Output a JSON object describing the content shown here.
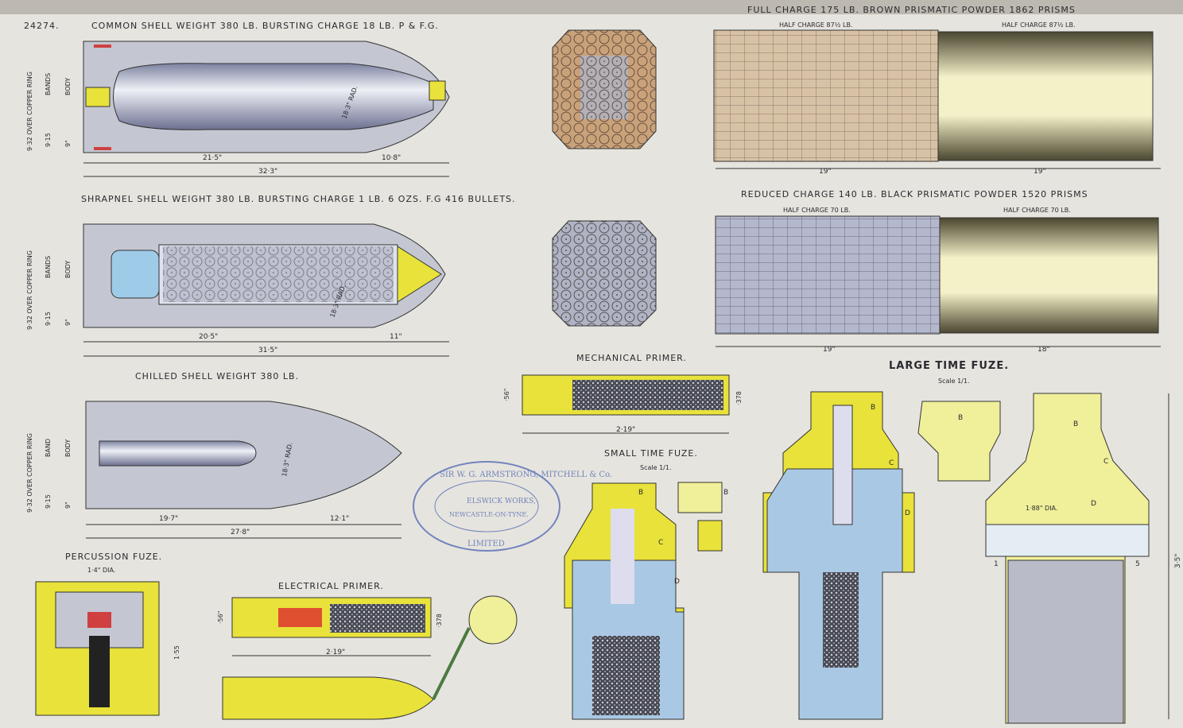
{
  "plate_number": "24274.",
  "common_shell": {
    "title": "COMMON SHELL WEIGHT 380 LB. BURSTING CHARGE 18 LB. P & F.G.",
    "dims": [
      "21·5\"",
      "32·3\"",
      "10·8\"",
      "18·3\" RAD."
    ],
    "side": [
      "9·32 OVER COPPER RING",
      "BANDS",
      "BODY",
      "9·15",
      "9\""
    ]
  },
  "shrapnel_shell": {
    "title": "SHRAPNEL SHELL WEIGHT 380 LB. BURSTING CHARGE 1 LB. 6 OZS. F.G 416 BULLETS.",
    "dims": [
      "20·5\"",
      "31·5\"",
      "11\"",
      "18·3\" RAD."
    ],
    "side": [
      "9·32 OVER COPPER RING",
      "BANDS",
      "BODY",
      "9·15",
      "9\""
    ]
  },
  "chilled_shell": {
    "title": "CHILLED SHELL WEIGHT 380 LB.",
    "dims": [
      "19·7\"",
      "27·8\"",
      "12·1\"",
      "18·3\" RAD."
    ],
    "side": [
      "9·32 OVER COPPER RING",
      "BAND",
      "BODY",
      "9·15",
      "9\""
    ]
  },
  "full_charge": {
    "title": "FULL CHARGE 175 LB. BROWN PRISMATIC POWDER 1862 PRISMS",
    "half_left": "HALF CHARGE 87½ LB.",
    "half_right": "HALF CHARGE 87½ LB.",
    "dim_left": "19\"",
    "dim_right": "19\""
  },
  "reduced_charge": {
    "title": "REDUCED CHARGE 140 LB. BLACK PRISMATIC POWDER 1520 PRISMS",
    "half_left": "HALF CHARGE 70 LB.",
    "half_right": "HALF CHARGE 70 LB.",
    "dim_left": "19\"",
    "dim_right": "18\""
  },
  "mechanical_primer": {
    "title": "MECHANICAL PRIMER.",
    "length": "2·19\"",
    "dia": "·56\"",
    "dia2": "·378"
  },
  "electrical_primer": {
    "title": "ELECTRICAL PRIMER.",
    "length": "2·19\"",
    "dia": "·56\"",
    "dia2": "·378"
  },
  "percussion_fuze": {
    "title": "PERCUSSION FUZE.",
    "dia": "1·4\" DIA.",
    "height": "1·55"
  },
  "small_time_fuze": {
    "title": "SMALL TIME FUZE.",
    "scale": "Scale 1/1.",
    "labels": [
      "B",
      "C",
      "D",
      "B"
    ]
  },
  "large_time_fuze": {
    "title": "LARGE TIME FUZE.",
    "scale": "Scale 1/1.",
    "labels": [
      "B",
      "C",
      "D",
      "B",
      "B",
      "C",
      "D"
    ],
    "dia": "1·88\" DIA.",
    "ring_start": "1",
    "ring_end": "5",
    "height": "3·5\""
  },
  "stamp": {
    "outer_top": "SIR W. G. ARMSTRONG, MITCHELL & Co.",
    "outer_bottom": "LIMITED",
    "line1": "ELSWICK WORKS,",
    "line2": "NEWCASTLE-ON-TYNE."
  },
  "colors": {
    "paper": "#e6e4de",
    "shell": "#b9bccb",
    "yellow": "#e8e23a",
    "blue": "#a9c8e4",
    "brown": "#c9a27a",
    "red": "#d04040"
  }
}
